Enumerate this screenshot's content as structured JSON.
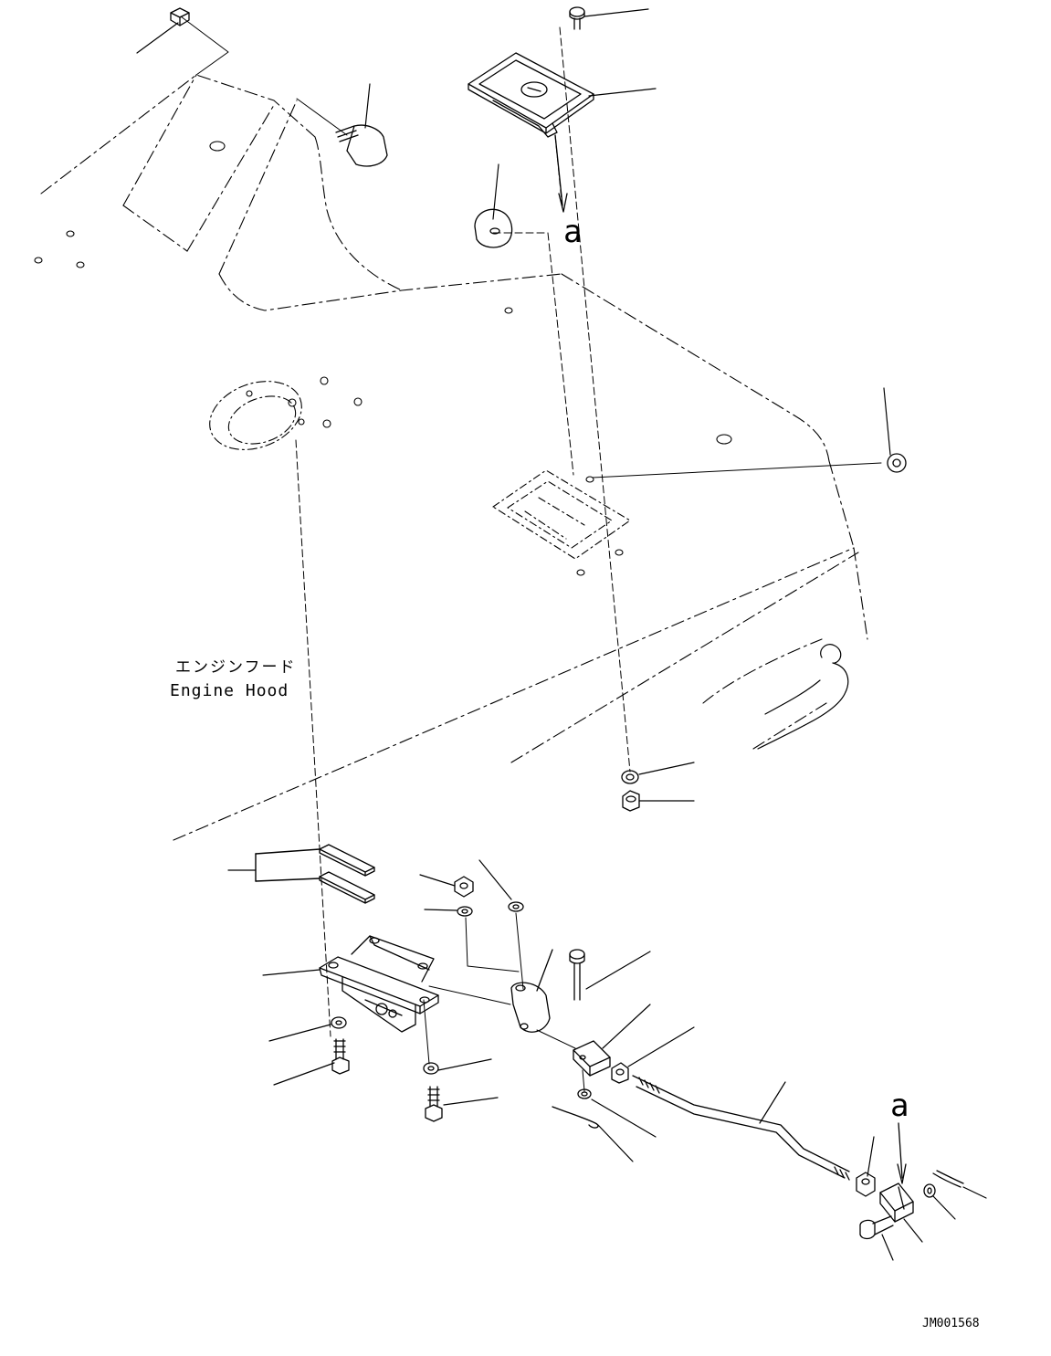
{
  "diagram": {
    "label_jp": "エンジンフード",
    "label_en": "Engine Hood",
    "detail_marker_top": "a",
    "detail_marker_bottom": "a",
    "drawing_code": "JM001568"
  },
  "colors": {
    "line": "#000000",
    "background": "#ffffff"
  },
  "icons": [
    "bolt-icon",
    "washer-icon",
    "nut-icon",
    "latch-icon",
    "lock-handle-icon",
    "rod-icon",
    "cotter-pin-icon",
    "clevis-icon",
    "bumper-icon",
    "cap-icon",
    "shim-icon",
    "bracket-icon"
  ]
}
